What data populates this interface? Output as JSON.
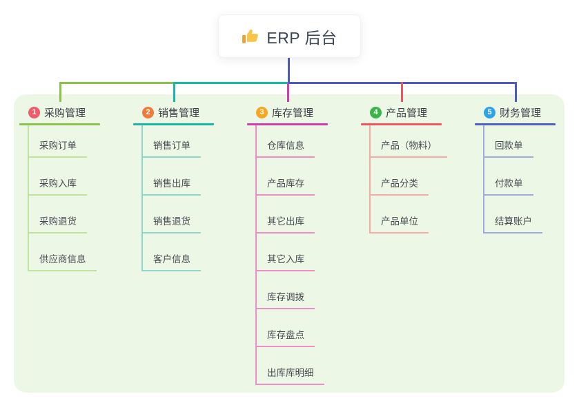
{
  "root": {
    "label": "ERP 后台",
    "icon": "thumbs-up-icon"
  },
  "colors": {
    "root_line": "#4a5cc4",
    "panel_bg": "#ecf7e6",
    "heading_text": "#3c4149",
    "child_text": "#464b52"
  },
  "branches": [
    {
      "num": "1",
      "label": "采购管理",
      "badge_color": "#f25b69",
      "line_color": "#8bc34a",
      "light_color": "#bfe29d",
      "children": [
        "采购订单",
        "采购入库",
        "采购退货",
        "供应商信息"
      ]
    },
    {
      "num": "2",
      "label": "销售管理",
      "badge_color": "#f07c3a",
      "line_color": "#17b9a6",
      "light_color": "#8cd8cc",
      "children": [
        "销售订单",
        "销售出库",
        "销售退货",
        "客户信息"
      ]
    },
    {
      "num": "3",
      "label": "库存管理",
      "badge_color": "#f6a623",
      "line_color": "#d23cae",
      "light_color": "#f08cc8",
      "children": [
        "仓库信息",
        "产品库存",
        "其它出库",
        "其它入库",
        "库存调拨",
        "库存盘点",
        "出库库明细"
      ]
    },
    {
      "num": "4",
      "label": "产品管理",
      "badge_color": "#3ab54a",
      "line_color": "#f2565c",
      "light_color": "#f8aaa6",
      "children": [
        "产品（物料）",
        "产品分类",
        "产品单位"
      ]
    },
    {
      "num": "5",
      "label": "财务管理",
      "badge_color": "#2fa3ea",
      "line_color": "#4a5ec6",
      "light_color": "#9fadde",
      "children": [
        "回款单",
        "付款单",
        "结算账户"
      ]
    }
  ]
}
